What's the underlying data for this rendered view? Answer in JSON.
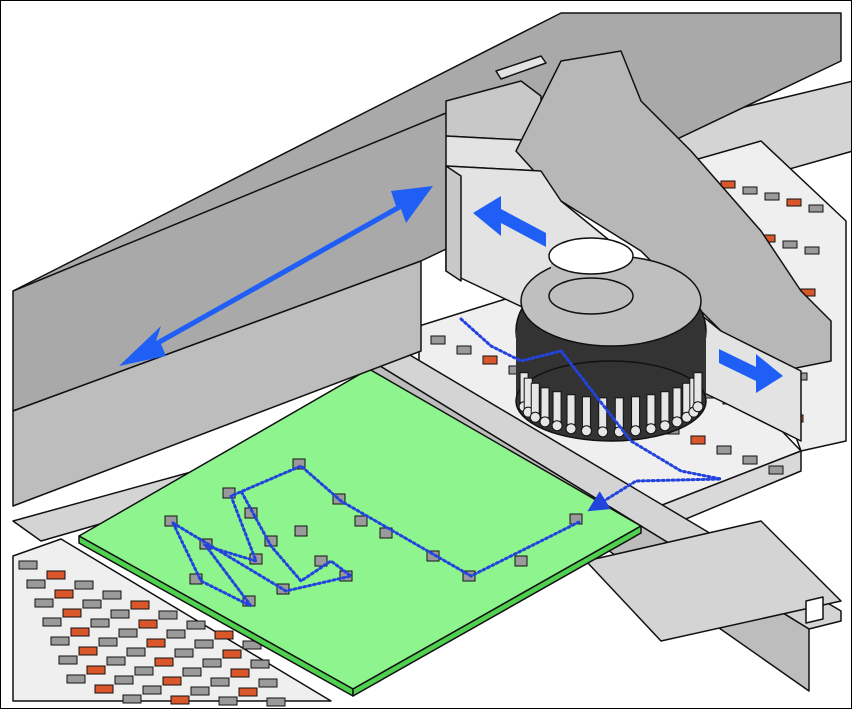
{
  "diagram": {
    "colors": {
      "background": "#ffffff",
      "outline": "#111111",
      "gantry_top": "#a9a9a9",
      "gantry_front": "#bdbdbd",
      "gantry_inner": "#e3e3e3",
      "head_carriage": "#c8c8c8",
      "carriage_fin": "#b7b7b7",
      "pcb": "#8ef58e",
      "pcb_edge": "#4fd04f",
      "feeder_bank": "#efefef",
      "feeder_tape": "#d9d9d9",
      "component_orange": "#d9572a",
      "component_grey": "#9a9a9a",
      "rail": "#d4d4d4",
      "turret_cap": "#bfbfbf",
      "turret_body": "#333333",
      "nozzle": "#e6e6e6",
      "motion_arrow": "#1f5ff5",
      "pick_place_path": "#2244dd"
    },
    "parts": [
      {
        "id": "gantry-beam",
        "icon": "rectangular-beam"
      },
      {
        "id": "head-carriage",
        "icon": "sliding-carriage"
      },
      {
        "id": "revolver-head",
        "icon": "rotary-turret"
      },
      {
        "id": "feeder-bank-right",
        "icon": "tape-feeder-row"
      },
      {
        "id": "feeder-bank-left",
        "icon": "tape-feeder-row"
      },
      {
        "id": "printed-circuit-board",
        "icon": "pcb"
      },
      {
        "id": "conveyor-rail",
        "icon": "rail"
      }
    ],
    "arrows": [
      {
        "id": "x-axis-arrow",
        "direction": "both",
        "meaning": "gantry-travel"
      },
      {
        "id": "carriage-arrow-left",
        "direction": "left",
        "meaning": "head-travel"
      },
      {
        "id": "carriage-arrow-right",
        "direction": "right",
        "meaning": "head-travel"
      }
    ],
    "path_style": "dotted"
  }
}
